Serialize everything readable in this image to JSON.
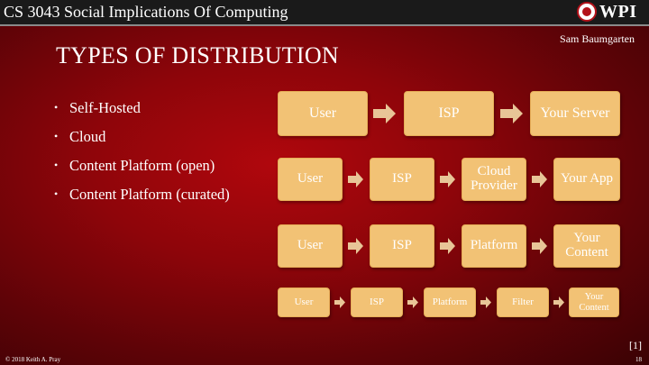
{
  "header": {
    "course_title": "CS 3043 Social Implications Of Computing",
    "logo_text": "WPI"
  },
  "author": "Sam Baumgarten",
  "title": "TYPES OF DISTRIBUTION",
  "bullets": [
    "Self-Hosted",
    "Cloud",
    "Content Platform (open)",
    "Content Platform (curated)"
  ],
  "diagram": {
    "row1": [
      "User",
      "ISP",
      "Your Server"
    ],
    "row2": [
      "User",
      "ISP",
      "Cloud Provider",
      "Your App"
    ],
    "row3": [
      "User",
      "ISP",
      "Platform",
      "Your Content"
    ],
    "row4": [
      "User",
      "ISP",
      "Platform",
      "Filter",
      "Your Content"
    ]
  },
  "colors": {
    "box_fill": "#f2c275",
    "arrow_fill": "#e8c597",
    "background": "#9b0509"
  },
  "footer": {
    "copyright": "© 2018 Keith A. Pray",
    "page_number": "18",
    "citation": "[1]"
  }
}
